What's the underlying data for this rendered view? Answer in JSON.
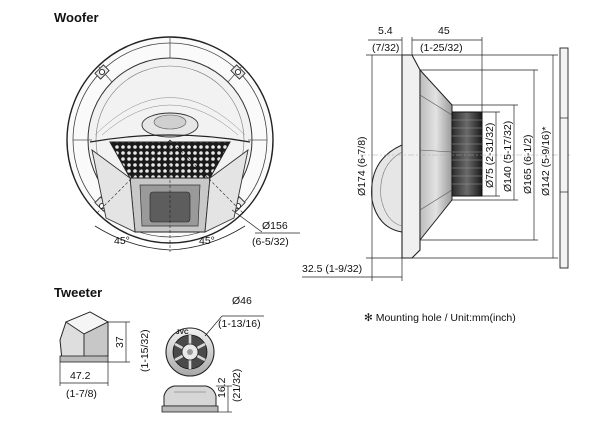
{
  "sections": {
    "woofer": "Woofer",
    "tweeter": "Tweeter"
  },
  "woofer_front": {
    "angle_left": "45°",
    "angle_right": "45°",
    "diameter": "Ø156",
    "diameter_in": "(6-5/32)"
  },
  "woofer_side": {
    "top_left": "5.4",
    "top_left_in": "(7/32)",
    "top_right": "45",
    "top_right_in": "(1-25/32)",
    "d174": "Ø174 (6-7/8)",
    "d75": "Ø75 (2-31/32)",
    "d140": "Ø140 (5-17/32)",
    "d165": "Ø165 (6-1/2)",
    "d142": "Ø142 (5-9/16)*",
    "bottom": "32.5 (1-9/32)"
  },
  "tweeter": {
    "height": "37",
    "height_in": "(1-15/32)",
    "width": "47.2",
    "width_in": "(1-7/8)",
    "diameter": "Ø46",
    "diameter_in": "(1-13/16)",
    "depth": "16.2",
    "depth_in": "(21/32)",
    "logo": "JVC"
  },
  "note": "✻ Mounting hole / Unit:mm(inch)"
}
